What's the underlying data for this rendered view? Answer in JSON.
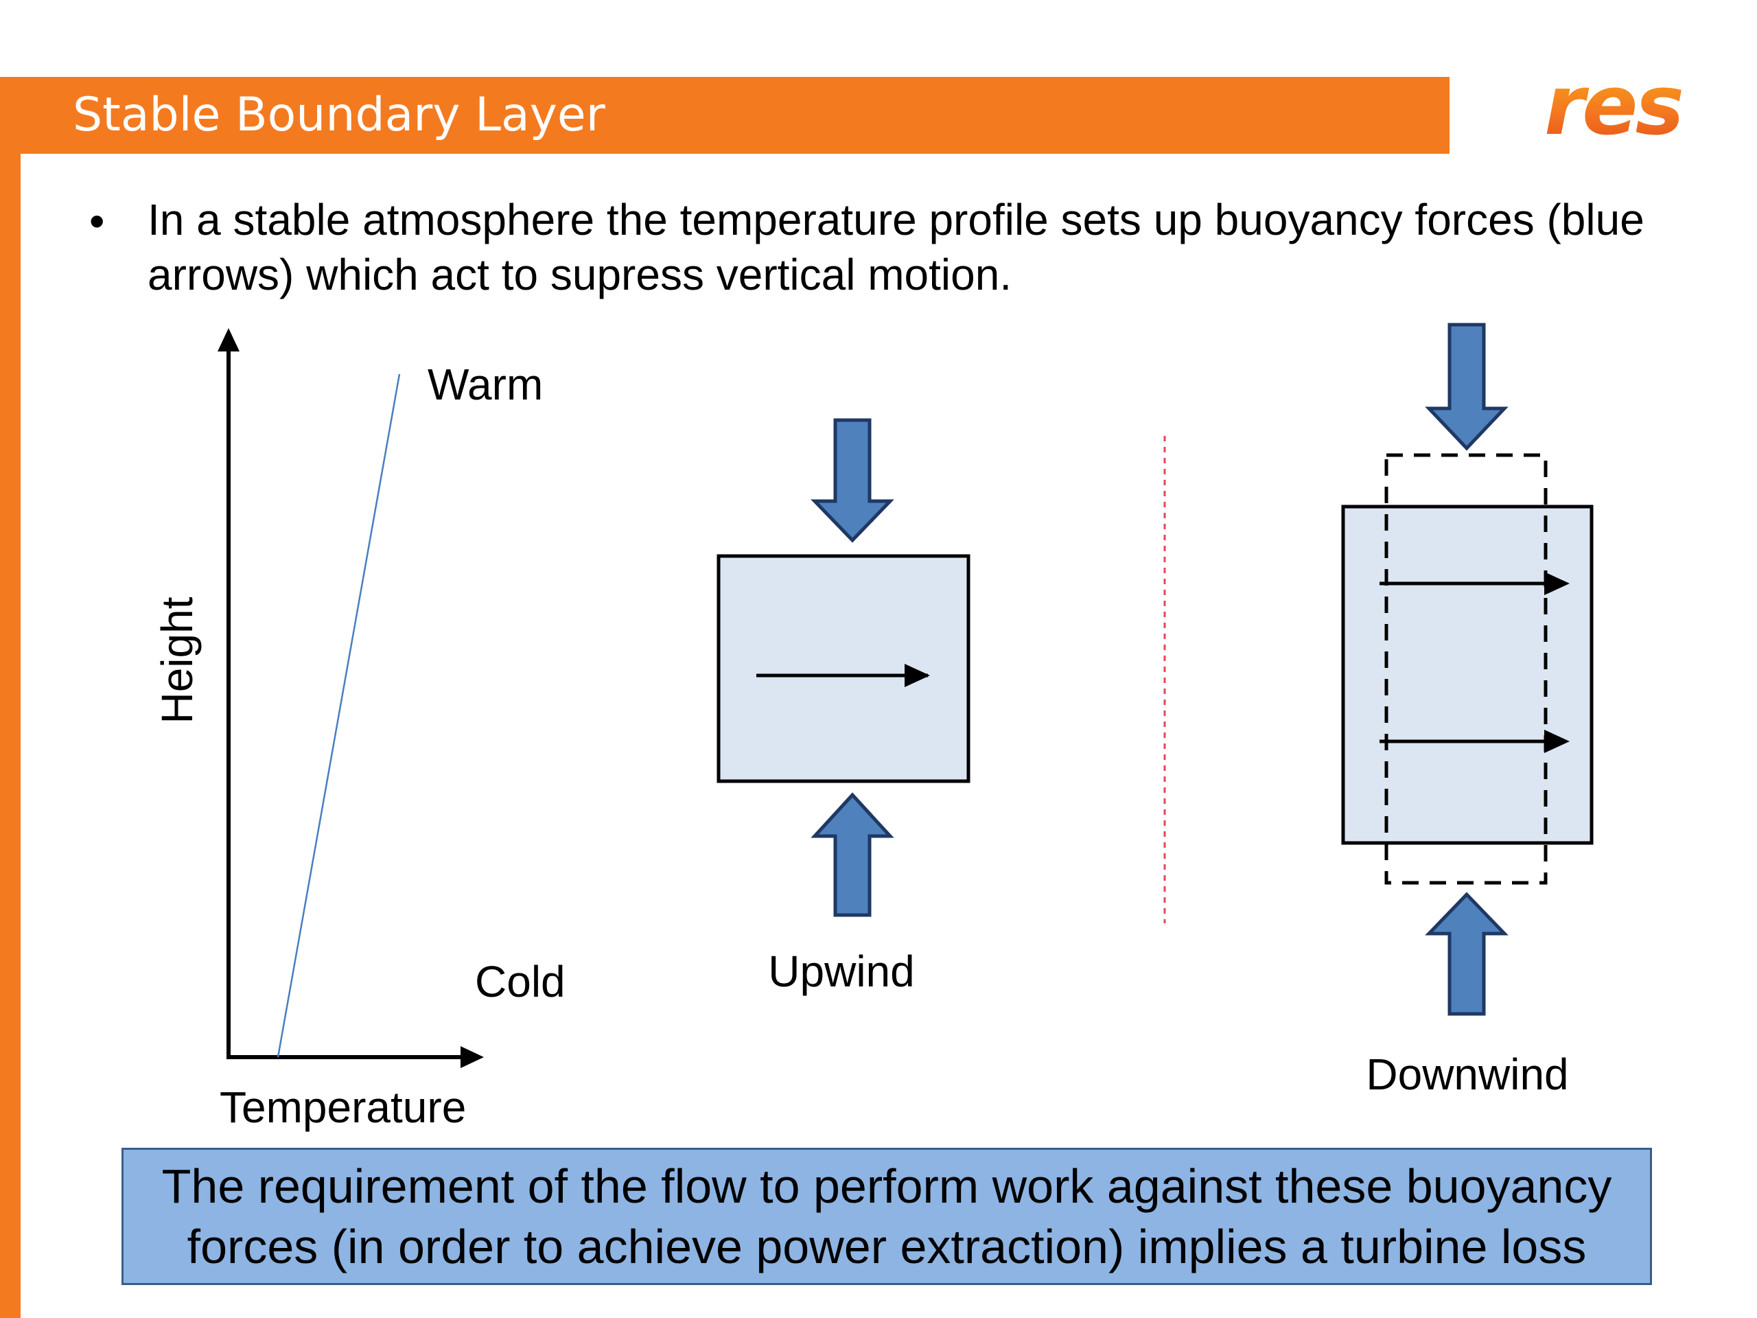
{
  "slide": {
    "title": "Stable Boundary Layer",
    "logo_text": "res",
    "bullet": "In a stable atmosphere the temperature profile sets up buoyancy forces (blue arrows) which act to supress vertical motion.",
    "callout": "The requirement of the flow to perform work against these buoyancy forces (in order to achieve power extraction) implies a turbine loss"
  },
  "diagram": {
    "y_axis_label": "Height",
    "x_axis_label": "Temperature",
    "warm_label": "Warm",
    "cold_label": "Cold",
    "upwind_label": "Upwind",
    "downwind_label": "Downwind"
  },
  "colors": {
    "accent_orange": "#F47A20",
    "buoyancy_arrow_blue": "#4F81BD",
    "box_fill": "#DCE6F2",
    "callout_fill": "#8DB4E2",
    "divider_red": "#E8455A",
    "profile_line": "#4A7EC0"
  }
}
